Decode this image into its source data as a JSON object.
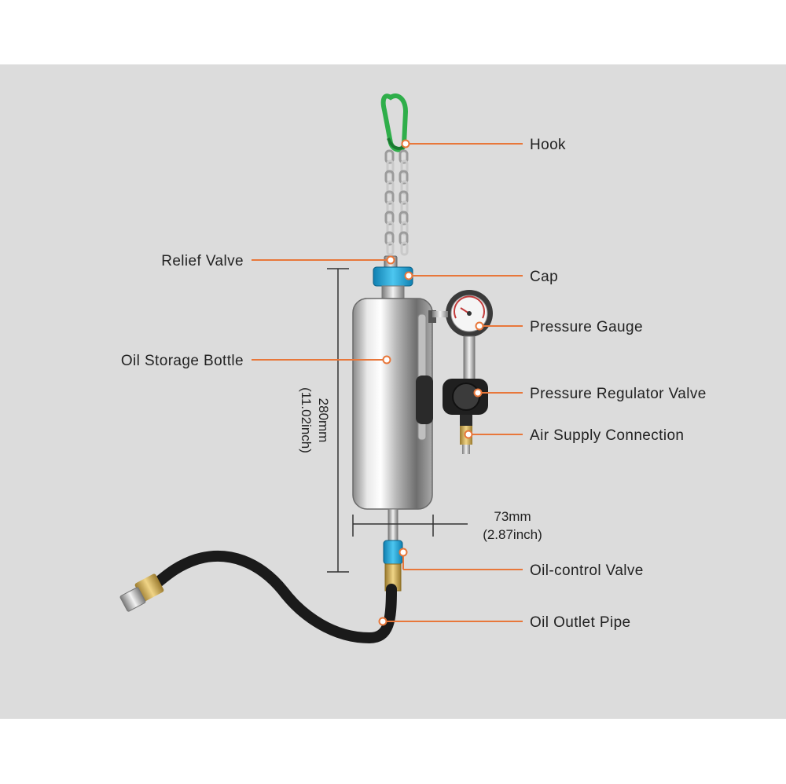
{
  "labels": {
    "hook": "Hook",
    "relief_valve": "Relief Valve",
    "cap": "Cap",
    "pressure_gauge": "Pressure Gauge",
    "oil_storage_bottle": "Oil Storage Bottle",
    "pressure_regulator_valve": "Pressure Regulator Valve",
    "air_supply_connection": "Air Supply Connection",
    "oil_control_valve": "Oil-control Valve",
    "oil_outlet_pipe": "Oil Outlet Pipe"
  },
  "dimensions": {
    "height_mm": "280mm",
    "height_inch": "(11.02inch)",
    "width_mm": "73mm",
    "width_inch": "(2.87inch)"
  },
  "colors": {
    "background": "#dcdcdc",
    "leader_line": "#e8773a",
    "carabiner": "#2fae4a",
    "cap": "#1aa3d9",
    "hose": "#1a1a1a",
    "brass": "#c9a24a"
  }
}
